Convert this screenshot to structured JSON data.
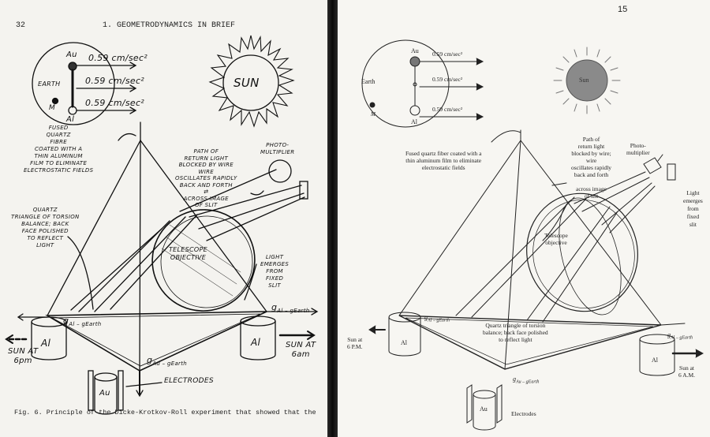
{
  "left_page": {
    "page_number": "32",
    "running_head": "1.  GEOMETRODYNAMICS IN BRIEF",
    "caption": "Fig. 6.  Principle of the Dicke-Krotkov-Roll experiment that showed that the",
    "diagram": {
      "earth": "EARTH",
      "moon": "M",
      "au": "Au",
      "al": "Al",
      "accel_1": "0.59 cm/sec²",
      "accel_2": "0.59 cm/sec²",
      "accel_3": "0.59 cm/sec²",
      "sun": "SUN",
      "fiber_label": [
        "FUSED",
        "QUARTZ",
        "FIBRE",
        "COATED WITH A",
        "THIN ALUMINUM",
        "FILM TO ELIMINATE",
        "ELECTROSTATIC FIELDS"
      ],
      "light_path_label": [
        "PATH OF",
        "RETURN LIGHT",
        "BLOCKED BY WIRE",
        "WIRE",
        "OSCILLATES RAPIDLY",
        "BACK AND FORTH",
        "⇄",
        "ACROSS IMAGE",
        "OF SLIT"
      ],
      "photomultiplier_label": [
        "PHOTO-",
        "MULTIPLIER"
      ],
      "triangle_label": [
        "QUARTZ",
        "TRIANGLE OF TORSION",
        "BALANCE; BACK",
        "FACE POLISHED",
        "TO REFLECT",
        "LIGHT"
      ],
      "telescope_label": [
        "TELESCOPE",
        "OBJECTIVE"
      ],
      "slit_label": [
        "LIGHT",
        "EMERGES",
        "FROM",
        "FIXED",
        "SLIT"
      ],
      "al_left": "Al",
      "al_right": "Al",
      "au_bottom": "Au",
      "g_al_earth_left": "g",
      "g_al_earth_left_sub": "Al – g",
      "g_al_earth_left_sub2": "Earth",
      "g_al_earth_right": "g",
      "g_al_earth_right_sub": "Al – g",
      "g_al_earth_right_sub2": "Earth",
      "g_au_earth": "g",
      "g_au_earth_sub": "Au – g",
      "g_au_earth_sub2": "Earth",
      "sun_6pm": [
        "SUN AT",
        "6pm"
      ],
      "sun_6am": [
        "SUN AT",
        "6am"
      ],
      "electrodes": "ELECTRODES"
    }
  },
  "right_page": {
    "page_number": "15",
    "diagram": {
      "earth": "Earth",
      "moon": "M",
      "au": "Au",
      "al": "Al",
      "accel_1": "0.59 cm/sec²",
      "accel_2": "0.59 cm/sec²",
      "accel_3": "0.59 cm/sec²",
      "sun": "Sun",
      "fiber_label": [
        "Fused quartz fiber coated with a",
        "thin aluminum film to eliminate",
        "electrostatic fields"
      ],
      "light_path_label": [
        "Path of",
        "return light",
        "blocked by wire;",
        "wire",
        "oscillates rapidly",
        "back and forth",
        "across image",
        "of slit"
      ],
      "photomultiplier_label": [
        "Photo-",
        "multiplier"
      ],
      "slit_label": [
        "Light",
        "emerges",
        "from",
        "fixed",
        "slit"
      ],
      "telescope_label": [
        "Telescope",
        "objective"
      ],
      "triangle_label": [
        "Quartz triangle of torsion",
        "balance; back face polished",
        "to reflect light"
      ],
      "al_left": "Al",
      "al_right": "Al",
      "au_bottom": "Au",
      "g_al_earth_left": "g",
      "g_al_earth_left_sub": "Al – g",
      "g_al_earth_left_sub2": "Earth",
      "g_al_earth_right": "g",
      "g_al_earth_right_sub": "Al – g",
      "g_al_earth_right_sub2": "Earth",
      "g_au_earth": "g",
      "g_au_earth_sub": "Au – g",
      "g_au_earth_sub2": "Earth",
      "sun_6pm": [
        "Sun at",
        "6 P.M."
      ],
      "sun_6am": [
        "Sun at",
        "6 A.M."
      ],
      "electrodes": "Electrodes"
    }
  },
  "colors": {
    "paper_left": "#f4f3ef",
    "paper_right": "#f7f6f2",
    "ink": "#111111",
    "sun_fill": "#8a8a8a",
    "au_ball": "#777777"
  }
}
